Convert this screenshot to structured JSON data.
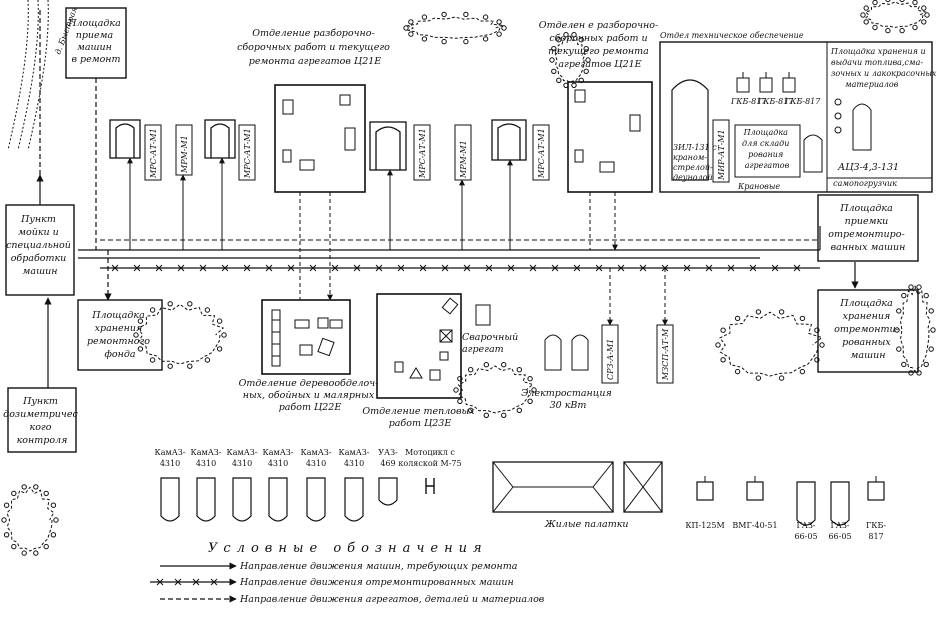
{
  "diagram": {
    "areas": [
      {
        "id": "reception",
        "lines": [
          "Площадка",
          "приема",
          "машин",
          "в ремонт"
        ]
      },
      {
        "id": "washing",
        "lines": [
          "Пункт",
          "мойки и",
          "специальной",
          "обработки",
          "машин"
        ]
      },
      {
        "id": "storage_fund",
        "lines": [
          "Площадка",
          "хранения",
          "ремонтного",
          "фонда"
        ]
      },
      {
        "id": "dosimetry",
        "lines": [
          "Пункт",
          "дозиметричес",
          "кого",
          "контроля"
        ]
      },
      {
        "id": "repaired_accept",
        "lines": [
          "Площадка",
          "приемки",
          "отремонтиро-",
          "ванных машин"
        ]
      },
      {
        "id": "repaired_store",
        "lines": [
          "Площадка",
          "хранения",
          "отремонти-",
          "рованных",
          "машин"
        ]
      },
      {
        "id": "fuel_area",
        "lines": [
          "Площадка хранения и",
          "выдачи топлива,сма-",
          "зочных и лакокрасочных",
          "материалов"
        ]
      },
      {
        "id": "aggr_storage",
        "lines": [
          "Площадка",
          "для склади",
          "рования",
          "агрегатов"
        ]
      }
    ],
    "departments": [
      {
        "id": "dept1",
        "lines": [
          "Отделение разборочно-",
          "сборочных работ и текущего",
          "ремонта агрегатов Ц21Е"
        ]
      },
      {
        "id": "dept2",
        "lines": [
          "Отделен е разборочно-",
          "сборочных работ и",
          "текущего ремонта",
          "агрегатов Ц21Е"
        ]
      },
      {
        "id": "tech_support",
        "lines": [
          "Отдел техническое обеспечение"
        ]
      },
      {
        "id": "wood",
        "lines": [
          "Отделение деревообделоч-",
          "ных, обойных и малярных",
          "работ Ц22Е"
        ]
      },
      {
        "id": "thermal",
        "lines": [
          "Отделение тепловых",
          "работ Ц23Е"
        ]
      }
    ],
    "equipment_labels": {
      "mrs1": "МРС-АТ-М1",
      "mrm1": "МРМ-М1",
      "mrs2": "МРС-АТ-М1",
      "mrs3": "МРС-АТ-М1",
      "mrm2": "МРМ-М1",
      "mrs4": "МРС-АТ-М1",
      "mir": "МИР-АТ-М1",
      "srz": "СРЗ-А-М1",
      "mzsp": "МЗСП-АТ-М",
      "gkb1": "ГКБ-817",
      "gkb2": "ГКБ-817",
      "gkb3": "ГКБ-817",
      "zil": [
        "ЗИЛ-131 с",
        "краном-",
        "стрелой-",
        "деунолой"
      ],
      "acz": "АЦЗ-4,3-131",
      "kran": "Крановые",
      "samo": "самопогрузчик",
      "weld": [
        "Сварочный",
        "агрегат"
      ],
      "power": [
        "Электростанция",
        "30 кВт"
      ],
      "tents": "Жилые палатки"
    },
    "vehicles": [
      {
        "id": "v1",
        "lines": [
          "КамАЗ-",
          "4310"
        ]
      },
      {
        "id": "v2",
        "lines": [
          "КамАЗ-",
          "4310"
        ]
      },
      {
        "id": "v3",
        "lines": [
          "КамАЗ-",
          "4310"
        ]
      },
      {
        "id": "v4",
        "lines": [
          "КамАЗ-",
          "4310"
        ]
      },
      {
        "id": "v5",
        "lines": [
          "КамАЗ-",
          "4310"
        ]
      },
      {
        "id": "v6",
        "lines": [
          "КамАЗ-",
          "4310"
        ]
      },
      {
        "id": "v7",
        "lines": [
          "УАЗ-",
          "469"
        ]
      },
      {
        "id": "moto",
        "lines": [
          "Мотоцикл с",
          "коляской М-75"
        ]
      },
      {
        "id": "kp",
        "lines": [
          "КП-125М"
        ]
      },
      {
        "id": "vmg",
        "lines": [
          "ВМГ-40-51"
        ]
      },
      {
        "id": "gaz1",
        "lines": [
          "ГАЗ-",
          "66-05"
        ]
      },
      {
        "id": "gaz2",
        "lines": [
          "ГАЗ-",
          "66-05"
        ]
      },
      {
        "id": "gkb4",
        "lines": [
          "ГКБ-",
          "817"
        ]
      }
    ],
    "road_label": "д. Быстрая"
  },
  "legend": {
    "title": "Условные обозначения",
    "items": [
      {
        "style": "solid",
        "text": "Направление движения машин, требующих ремонта"
      },
      {
        "style": "cross",
        "text": "Направление движения отремонтированных машин"
      },
      {
        "style": "dashed",
        "text": "Направление движения агрегатов, деталей и материалов"
      }
    ]
  }
}
